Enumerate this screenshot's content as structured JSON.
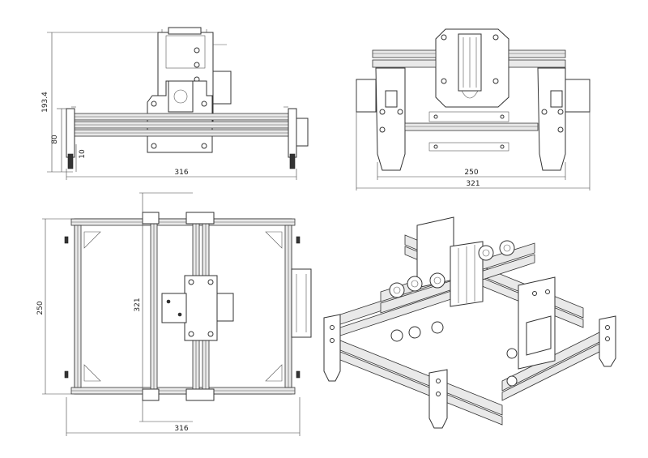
{
  "front_view": {
    "height_total": "193.4",
    "height_frame": "80",
    "height_low": "10",
    "width": "316"
  },
  "side_view": {
    "inner_width": "250",
    "outer_width": "321"
  },
  "top_view": {
    "outer_height": "250",
    "inner_span": "321",
    "width": "316"
  }
}
